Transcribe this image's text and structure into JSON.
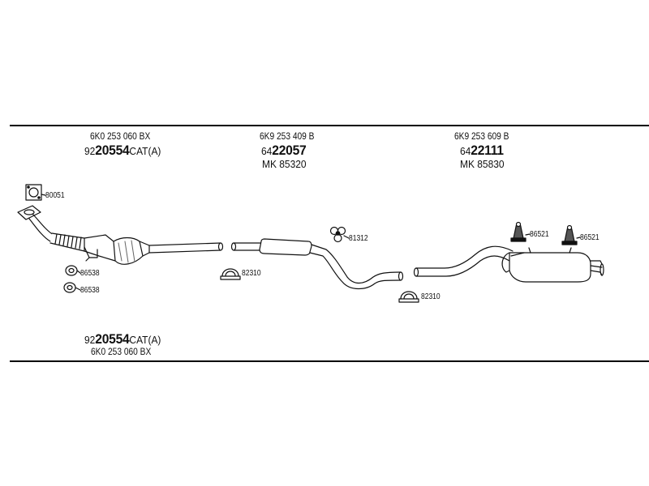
{
  "header": {
    "front": {
      "ref": "6K0 253 060 BX",
      "pn_prefix": "92",
      "pn_main": "20554",
      "pn_suffix": "CAT(A)"
    },
    "middle": {
      "ref": "6K9 253 409 B",
      "pn_prefix": "64",
      "pn_main": "22057",
      "mk": "MK  85320"
    },
    "rear": {
      "ref": "6K9 253 609 B",
      "pn_prefix": "64",
      "pn_main": "22111",
      "mk": "MK  85830"
    }
  },
  "footer": {
    "pn_prefix": "92",
    "pn_main": "20554",
    "pn_suffix": "CAT(A)",
    "ref": "6K0 253 060 BX"
  },
  "tags": {
    "gasket": "80051",
    "ring_a": "86538",
    "ring_b": "86538",
    "clamp_front": "82310",
    "hanger_mid": "81312",
    "clamp_rear": "82310",
    "mount_a": "86521",
    "mount_b": "86521"
  }
}
